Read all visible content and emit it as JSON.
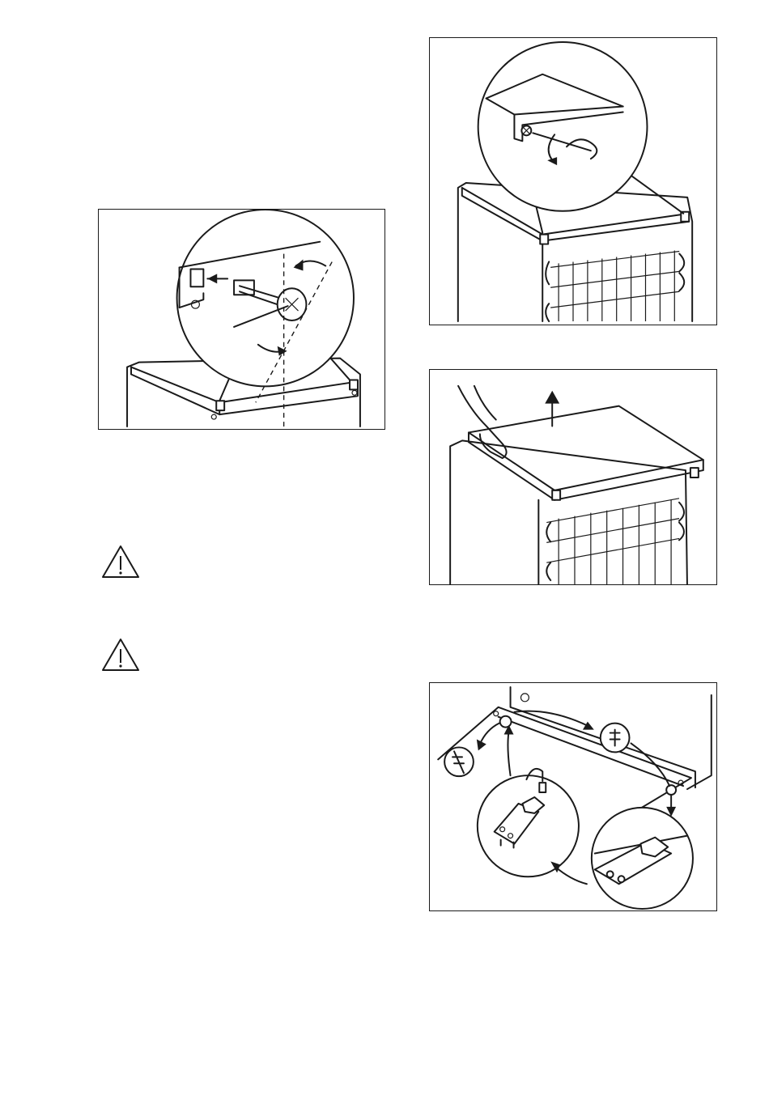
{
  "figures": [
    {
      "id": "fig-a",
      "icon": "screwdriver-detail-icon"
    },
    {
      "id": "fig-b",
      "icon": "screw-removal-icon"
    },
    {
      "id": "fig-c",
      "icon": "lift-top-cover-icon"
    },
    {
      "id": "fig-d",
      "icon": "hinge-relocation-icon"
    }
  ],
  "warnings": [
    {
      "icon": "warning-triangle-icon"
    },
    {
      "icon": "warning-triangle-icon"
    }
  ],
  "colors": {
    "ink": "#1a1a1a",
    "paper": "#ffffff"
  }
}
